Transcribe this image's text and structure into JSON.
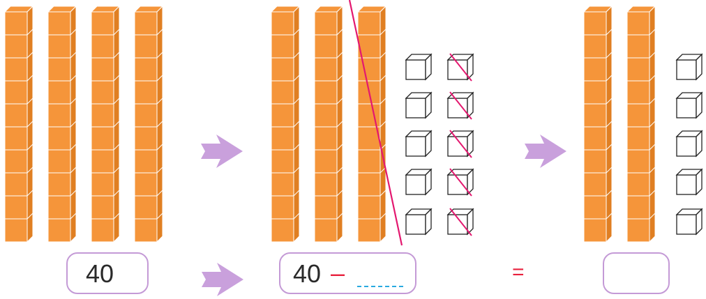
{
  "colors": {
    "rod_fill": "#f5953a",
    "rod_line": "#ffffff",
    "rod_side": "#e07f22",
    "arrow": "#c9a0dc",
    "box_border": "#c49ad6",
    "strike": "#e3186f",
    "operator": "#e8203c",
    "blank": "#29a9e0"
  },
  "groups": [
    {
      "tens_rods": 4,
      "ones_cubes": 0,
      "crossed_ones": 0,
      "rod_crossed": false
    },
    {
      "tens_rods": 3,
      "ones_cubes": 10,
      "crossed_ones": 5,
      "rod_crossed": true
    },
    {
      "tens_rods": 2,
      "ones_cubes": 5,
      "crossed_ones": 0,
      "rod_crossed": false
    }
  ],
  "cubes_per_rod": 10,
  "equation": {
    "start_value": "40",
    "expression_value": "40",
    "minus_sign": "–",
    "equals_sign": "=",
    "answer": ""
  },
  "arrows": [
    "arrow-right",
    "arrow-right",
    "arrow-right"
  ]
}
